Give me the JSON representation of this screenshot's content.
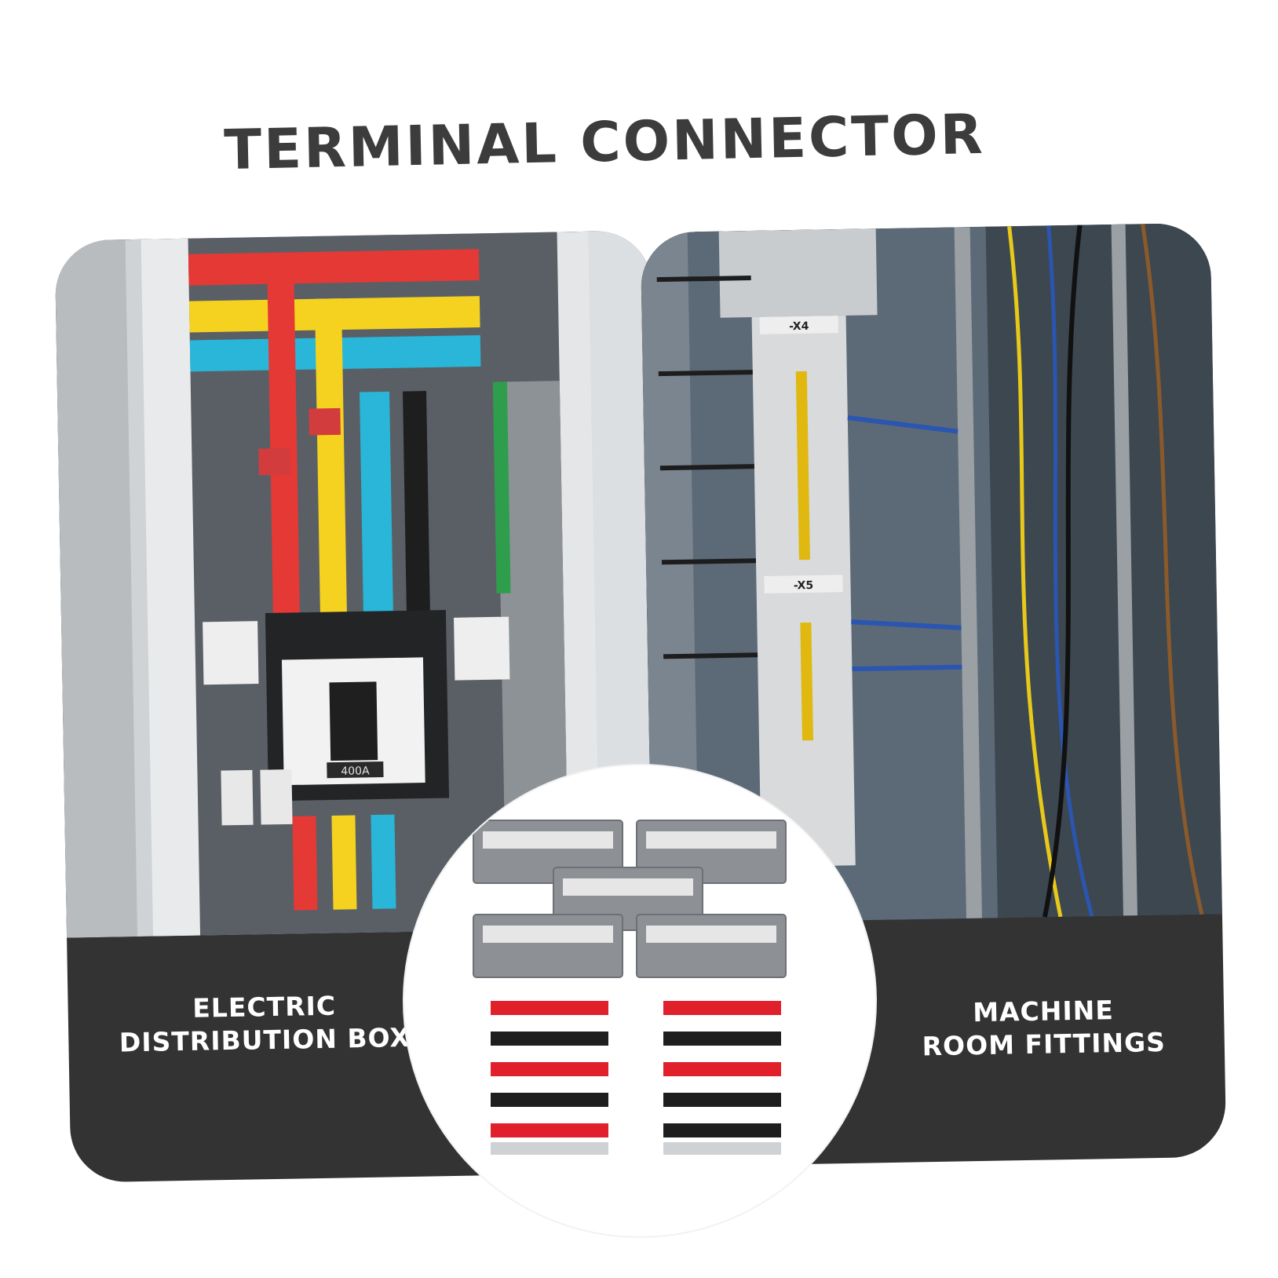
{
  "title": "TERMINAL CONNECTOR",
  "cards": {
    "left": {
      "label_line1": "ELECTRIC",
      "label_line2": "DISTRIBUTION BOX",
      "breaker_text": "400A"
    },
    "right": {
      "label_line1": "MACHINE",
      "label_line2": "ROOM FITTINGS",
      "rail_tag_1": "-X4",
      "rail_tag_2": "-X5"
    }
  },
  "colors": {
    "title": "#3c3c3c",
    "card_band": "#333333",
    "busbar_red": "#e53935",
    "busbar_yellow": "#f4d21f",
    "busbar_blue": "#29b6d8",
    "strap_red": "#e0202a",
    "strap_black": "#1e1e1e"
  }
}
